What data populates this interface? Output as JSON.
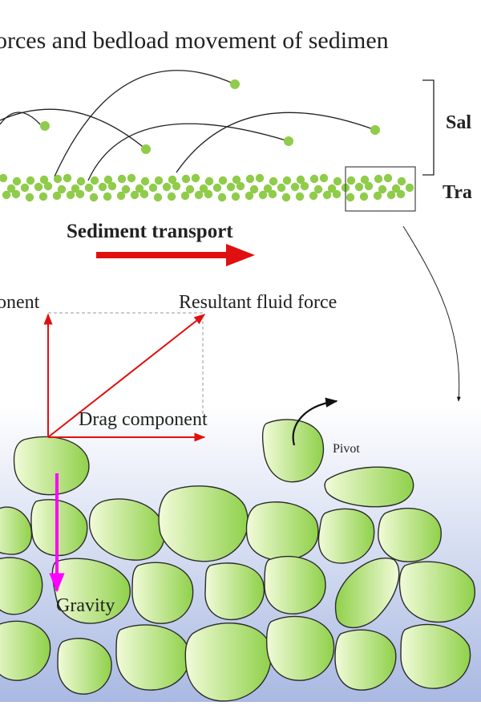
{
  "title": "orces and bedload movement of sedimen",
  "labels": {
    "saltation": "Sal",
    "traction": "Tra",
    "sediment_transport": "Sediment transport",
    "lift_component": "onent",
    "resultant_fluid_force": "Resultant fluid force",
    "drag_component": "Drag component",
    "pivot": "Pivot",
    "gravity": "Gravity"
  },
  "colors": {
    "grain_light": "#f2fbd9",
    "grain_dark": "#8fd14a",
    "particle": "#8fcc4a",
    "force_arrow": "#e01010",
    "gravity_arrow": "#ff00ff",
    "water_top": "#ffffff",
    "water_bottom": "#a9b9e2",
    "outline": "#333333"
  }
}
